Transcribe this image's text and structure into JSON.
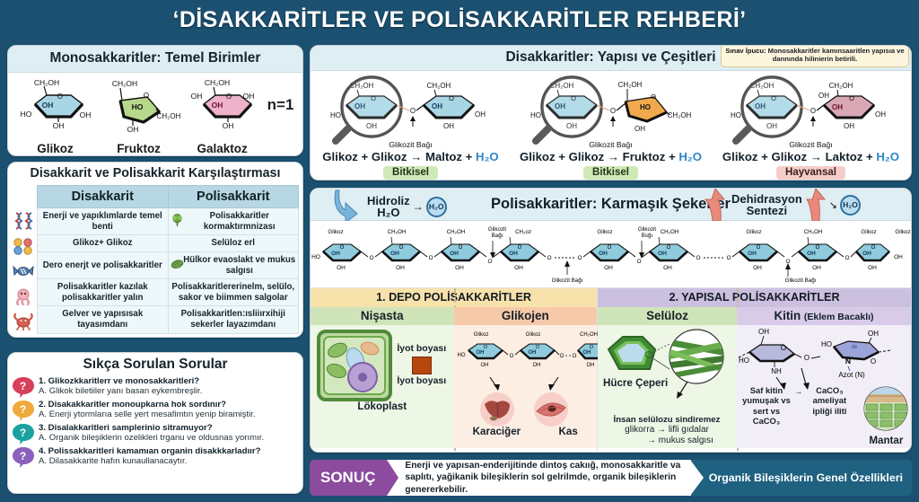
{
  "title": "‘DİSAKKARİTLER VE POLİSAKKARİTLER REHBERİ’",
  "theme": {
    "background": "#1b5070",
    "card": "#ffffff",
    "header_fill": "#dfeef3",
    "glucose_blue": "#a9d6e5",
    "fructose_green": "#b7d88a",
    "galactose_pink": "#efb2cb",
    "plant_tag": "#cfe9b6",
    "animal_tag": "#f6ccc9",
    "depo_header": "#f7e2ab",
    "yapisal_header": "#ccc0e0",
    "sonuc_purple": "#8c4b9e",
    "sonuc_teal": "#1f6180"
  },
  "mono": {
    "header": "Monosakkaritler: Temel Birimler",
    "sugars": [
      {
        "name": "Glikoz",
        "top": "CH₂OH",
        "ring": "O",
        "in": "OH",
        "left": "HO",
        "right": "OH",
        "bottom": "OH",
        "color": "#a9d6e5",
        "shape": "hexagon"
      },
      {
        "name": "Fruktoz",
        "top": "CH₂OH",
        "ring": "O",
        "in": "HO",
        "right": "CH₂OH",
        "bottom": "OH",
        "color": "#b7d88a",
        "shape": "pentagon"
      },
      {
        "name": "Galaktoz",
        "top": "CH₂OH",
        "ring": "O",
        "in": "OH",
        "left": "OH",
        "right": "OH",
        "bottom": "OH",
        "color": "#efb2cb",
        "shape": "hexagon"
      }
    ],
    "n_label": "n=1"
  },
  "compare": {
    "header": "Disakkarit ve Polisakkarit Karşılaştırması",
    "columns": [
      "Disakkarit",
      "Polisakkarit"
    ],
    "row_icons": [
      "dna-helix-icon",
      "sugar-molecules-icon",
      "candy-icon",
      "octopus-icon",
      "crab-icon"
    ],
    "rows": [
      {
        "left": "Enerji ve yapıklımlarde temel benti",
        "right": "Polisakkaritler kormaktırmnizası",
        "right_icon": "broccoli-icon"
      },
      {
        "left": "Glikoz+ Glikoz",
        "right": "Selüloz erl",
        "right_icon": ""
      },
      {
        "left": "Dero enerjt ve polisakkaritler",
        "right": "Hülkor evaoslakt ve mukus salgısı",
        "right_icon": "leaf-fiber-icon"
      },
      {
        "left": "Polisakkaritler kazılak polisakkaritler yalın",
        "right": "Polisakkaritlererinelm, selülo, sakor ve biimmen salgolar",
        "right_icon": ""
      },
      {
        "left": "Gelver ve yapısısak tayasımdanı",
        "right": "Polisakkaritlen:ısliiırxihiji sekerler layazımdanı",
        "right_icon": ""
      }
    ]
  },
  "faq": {
    "header": "Sıkça Sorulan Sorular",
    "items": [
      {
        "q": "1. Glikozkkaritlerr ve monosakkaritleri?",
        "a": "A. Glikok biletiiler yanı basan eykembreşlir.",
        "color": "#d8405a",
        "icon": "question-bubble-icon"
      },
      {
        "q": "2. Disakakkaritler monoupkarna hok sordınır?",
        "a": "A. Enerji ytormlarıa selle yert mesafimtın yenip biramiştir.",
        "color": "#efa93c",
        "icon": "question-bubble-icon"
      },
      {
        "q": "3. Disalakkaritleri samplerinio sitramuyor?",
        "a": "A. Organik bileşiklerin ozelikleri trganu ve oldusnas yorımır.",
        "color": "#19a2a0",
        "icon": "question-bubble-icon"
      },
      {
        "q": "4. Polissakkaritleri kamamıan organin disakkkarladıır?",
        "a": "A. Dilasakkarite hafın kunaullanacaytır.",
        "color": "#8b61bd",
        "icon": "question-bubble-icon"
      }
    ]
  },
  "disaccharides": {
    "header": "Disakkaritler: Yapısı ve Çeşitleri",
    "hint_label": "Sınav İpucu:",
    "hint_text": "Monosakkaritler kamınsaaritlen yapısıa ve dannında hilinierin betirili.",
    "bond_label": "Glikozit Bağı",
    "items": [
      {
        "equation": "Glikoz + Glikoz → Maltoz + ",
        "water": "H₂O",
        "tag": "Bitkisel",
        "tag_type": "plant",
        "left_color": "#a9d6e5",
        "right_color": "#a9d6e5",
        "right_shape": "hexagon",
        "labels": {
          "top": "CH₂OH",
          "ring": "O",
          "in": "OH",
          "left": "HO",
          "bottom": "OH",
          "right": "OH"
        }
      },
      {
        "equation": "Glikoz + Glikoz → Fruktoz + ",
        "water": "H₂O",
        "tag": "Bitkisel",
        "tag_type": "plant",
        "left_color": "#a9d6e5",
        "right_color": "#f2a94e",
        "right_shape": "pentagon",
        "labels": {
          "top": "CH₂OH",
          "ring": "O",
          "in": "HO",
          "left": "HO",
          "bottom": "OH",
          "right": "CH₂OH"
        }
      },
      {
        "equation": "Glikoz + Glikoz → Laktoz + ",
        "water": "H₂O",
        "tag": "Hayvansal",
        "tag_type": "animal",
        "left_color": "#a9d6e5",
        "right_color": "#d9a8b5",
        "right_shape": "hexagon",
        "labels": {
          "top": "CH₂OH",
          "ring": "O",
          "in": "OH",
          "left": "OH",
          "bottom": "OH",
          "right": "OH"
        }
      }
    ]
  },
  "polysaccharides": {
    "header": "Polisakkaritler: Karmaşık Şekerler",
    "hydrolysis": {
      "line1": "Hidroliz",
      "line2": "H₂O",
      "bubble": "H₂O",
      "arrow": "down-arrow-blue"
    },
    "dehydration": {
      "line1": "Dehidrasyon",
      "line2": "Sentezi",
      "bubble": "H₂O",
      "arrow": "up-arrow-red"
    },
    "chain_labels": [
      "Glikoz",
      "CH₂OH",
      "CH₂OH",
      "Glikozit Bağı",
      "CH₂oz",
      "Glikoz",
      "Glikozit Bsğı",
      "CH₂OH",
      "Glikoz",
      "CH₂OH",
      "Glikoz",
      "Glikoz"
    ],
    "chain_ring_text": "OH",
    "chain_bottom_text": "OH",
    "chain_end_left": "HO",
    "chain_end_right": "OH",
    "bond_label": "Glikozit Bağı",
    "units": 12,
    "sections": [
      {
        "header": "1. DEPO POLİSAKKARİTLER",
        "halves": [
          {
            "title": "Nişasta",
            "caption": "Lökoplast",
            "note1": "İyot boyası",
            "note2": "İyot boyası",
            "swatch": "#b7460f",
            "icon": "plant-cell-icon"
          },
          {
            "title": "Glikojen",
            "organs": [
              "Karaciğer",
              "Kas"
            ],
            "chain_labels": [
              "Glikoz",
              "Glikoz",
              "CH₂OH"
            ],
            "icons": [
              "liver-icon",
              "muscle-icon"
            ]
          }
        ]
      },
      {
        "header": "2. YAPISAL POLİSAKKARİTLER",
        "halves": [
          {
            "title": "Selüloz",
            "caption": "Hücre Çeperi",
            "note1": "İnsan selülozu sindiremez",
            "note2": "glikoгra → lifli gıdalar",
            "note3": "→ mukus salgısı",
            "icon": "cell-wall-icon"
          },
          {
            "title": "Kitin",
            "subtitle": "(Eklem Bacaklı)",
            "labels": {
              "oh1": "OH",
              "oh2": "OH",
              "ho": "HO",
              "ho2": "HO",
              "o1": "O",
              "o2": "O",
              "o3": "O",
              "nh": "NH",
              "n": "N",
              "azot": "Azot (N)"
            },
            "note_left": "Saf kitin yumuşak vs sert vs CaCO₃",
            "note_right": "CaCO₃ ameliyat ipliği iliti",
            "arrow": "→",
            "caption": "Mantar",
            "icon": "mushroom-icon"
          }
        ]
      }
    ]
  },
  "sonuc": {
    "badge": "SONUÇ",
    "text": "Enerji ve yapısan-enderijitinde dintoş cakıığ, monosakkaritle va saplıtı, yağikanik bileşiklerin sol gelrilmde, organik bileşiklerin genererkebilir.",
    "tail": "Organik Bileşiklerin Genel Özellikleri"
  }
}
